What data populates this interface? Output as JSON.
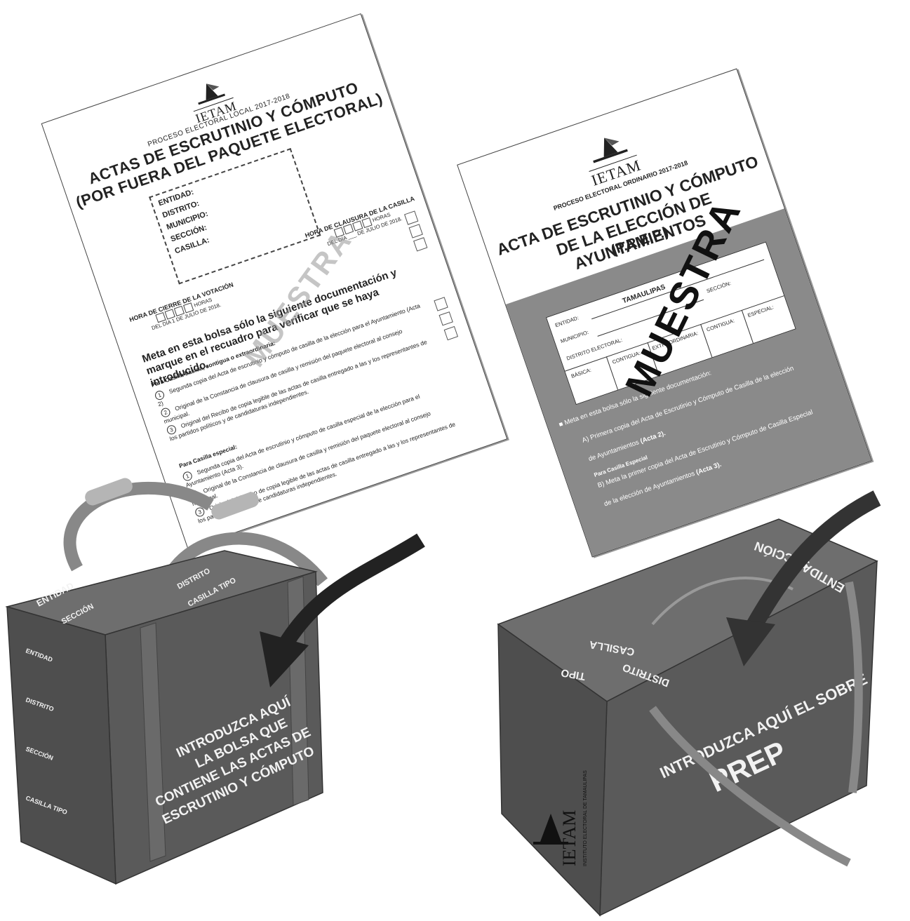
{
  "left_document": {
    "logo": "IETAM",
    "process": "PROCESO ELECTORAL LOCAL 2017-2018",
    "title_line1": "ACTAS DE ESCRUTINIO Y CÓMPUTO",
    "title_line2": "(POR FUERA DEL PAQUETE ELECTORAL)",
    "fields": [
      "ENTIDAD:",
      "DISTRITO:",
      "MUNICIPIO:",
      "SECCIÓN:",
      "CASILLA:"
    ],
    "closing_time_heading": "HORA DE CLAUSURA DE LA CASILLA",
    "closing_hours": "HORAS",
    "closing_day": "DEL DÍA ___ DE JULIO DE 2018.",
    "vote_close_heading": "HORA DE CIERRE DE LA VOTACIÓN",
    "vote_close_hours": "HORAS",
    "vote_close_day": "DEL DÍA 1 DE JULIO DE 2018.",
    "instruction": "Meta en esta bolsa sólo la siguiente documentación y marque en el recuadro para verificar que se haya introducido.",
    "basic_heading": "Para Casilla básica, contigua o extraordinaria:",
    "basic_items": [
      "Segunda copia del Acta de escrutinio y cómputo de casilla de la elección para el Ayuntamiento (Acta 2)",
      "Original de la Constancia de clausura de casilla y remisión del paquete electoral al consejo municipal.",
      "Original del Recibo de copia legible de las actas de casilla entregado a las y los representantes de los partidos políticos y de candidaturas independientes."
    ],
    "special_heading": "Para Casilla especial:",
    "special_items": [
      "Segunda copia del Acta de escrutinio y cómputo de casilla especial de la elección para el Ayuntamiento (Acta 3).",
      "Original de la Constancia de clausura de casilla y remisión del paquete electoral al consejo municipal.",
      "Original del Recibo de copia legible de las actas de casilla entregado a las y los representantes de los partidos políticos y de candidaturas independientes."
    ],
    "watermark": "MUESTRA"
  },
  "right_document": {
    "logo": "IETAM",
    "process": "PROCESO ELECTORAL ORDINARIO 2017-2018",
    "title_line1": "ACTA DE ESCRUTINIO Y CÓMPUTO",
    "title_line2": "DE LA ELECCIÓN DE AYUNTAMIENTOS",
    "title_line3": "(P.R.E.P.)",
    "entity_value": "TAMAULIPAS",
    "fields": [
      "ENTIDAD:",
      "MUNICIPIO:",
      "SECCIÓN:",
      "DISTRITO ELECTORAL:",
      "BÁSICA:",
      "CONTIGUA:",
      "EXTRAORDINARIA:",
      "CONTIGUA:",
      "ESPECIAL:"
    ],
    "instruction": "Meta en esta bolsa sólo la siguiente documentación:",
    "item_a": "A) Primera copia del Acta de Escrutinio y Cómputo de Casilla de la elección",
    "item_a2": "de Ayuntamientos",
    "item_a2_bold": "(Acta 2).",
    "special_label": "Para Casilla Especial",
    "item_b": "B) Meta la primer copia del Acta de Escrutinio y Cómputo de Casilla Especial",
    "item_b2": "de la elección de Ayuntamientos",
    "item_b2_bold": "(Acta 3).",
    "watermark": "MUESTRA"
  },
  "left_box": {
    "top_labels": [
      "ENTIDAD",
      "SECCIÓN",
      "DISTRITO",
      "CASILLA TIPO"
    ],
    "side_labels": [
      "ENTIDAD",
      "DISTRITO",
      "SECCIÓN",
      "CASILLA TIPO"
    ],
    "front_text": [
      "INTRODUZCA AQUÍ",
      "LA BOLSA QUE",
      "CONTIENE LAS ACTAS DE",
      "ESCRUTINIO Y CÓMPUTO"
    ]
  },
  "right_box": {
    "top_labels": [
      "ENTIDAD",
      "SECCIÓN",
      "CASILLA",
      "TIPO",
      "DISTRITO"
    ],
    "front_text": [
      "INTRODUZCA AQUÍ EL SOBRE",
      "PREP"
    ],
    "brand": "IETAM",
    "brand_sub": "INSTITUTO ELECTORAL DE TAMAULIPAS"
  }
}
